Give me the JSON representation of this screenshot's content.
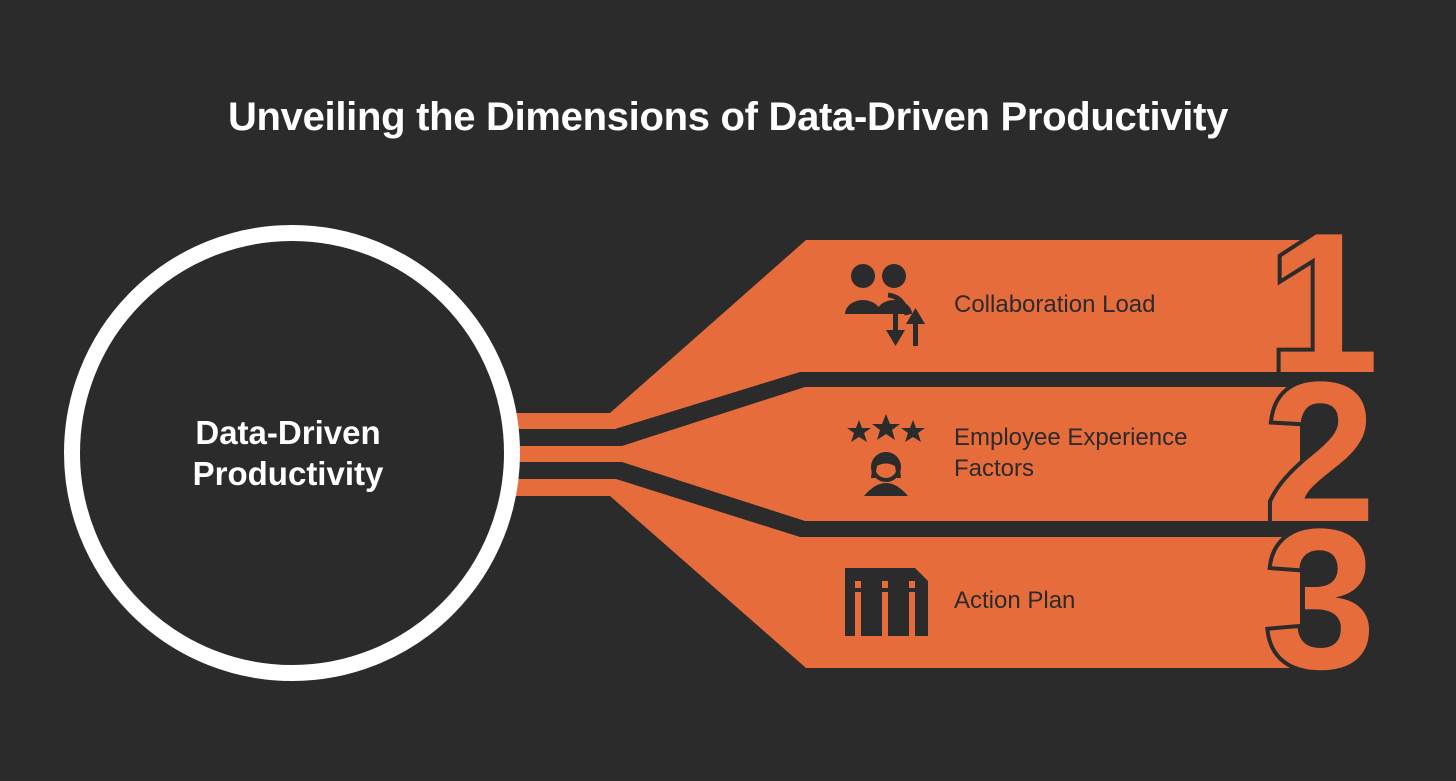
{
  "title": "Unveiling the Dimensions of Data-Driven Productivity",
  "hub": {
    "label_line1": "Data-Driven",
    "label_line2": "Productivity"
  },
  "items": [
    {
      "number": "1",
      "label": "Collaboration Load",
      "icon": "collaboration-users-arrows-icon"
    },
    {
      "number": "2",
      "label_line1": "Employee Experience",
      "label_line2": "Factors",
      "icon": "star-rating-person-icon"
    },
    {
      "number": "3",
      "label": "Action Plan",
      "icon": "action-plan-bars-icon"
    }
  ],
  "colors": {
    "background": "#2b2b2b",
    "accent": "#e76c3b",
    "hub_ring": "#ffffff",
    "text_light": "#ffffff",
    "text_dark": "#2b2b2b"
  }
}
